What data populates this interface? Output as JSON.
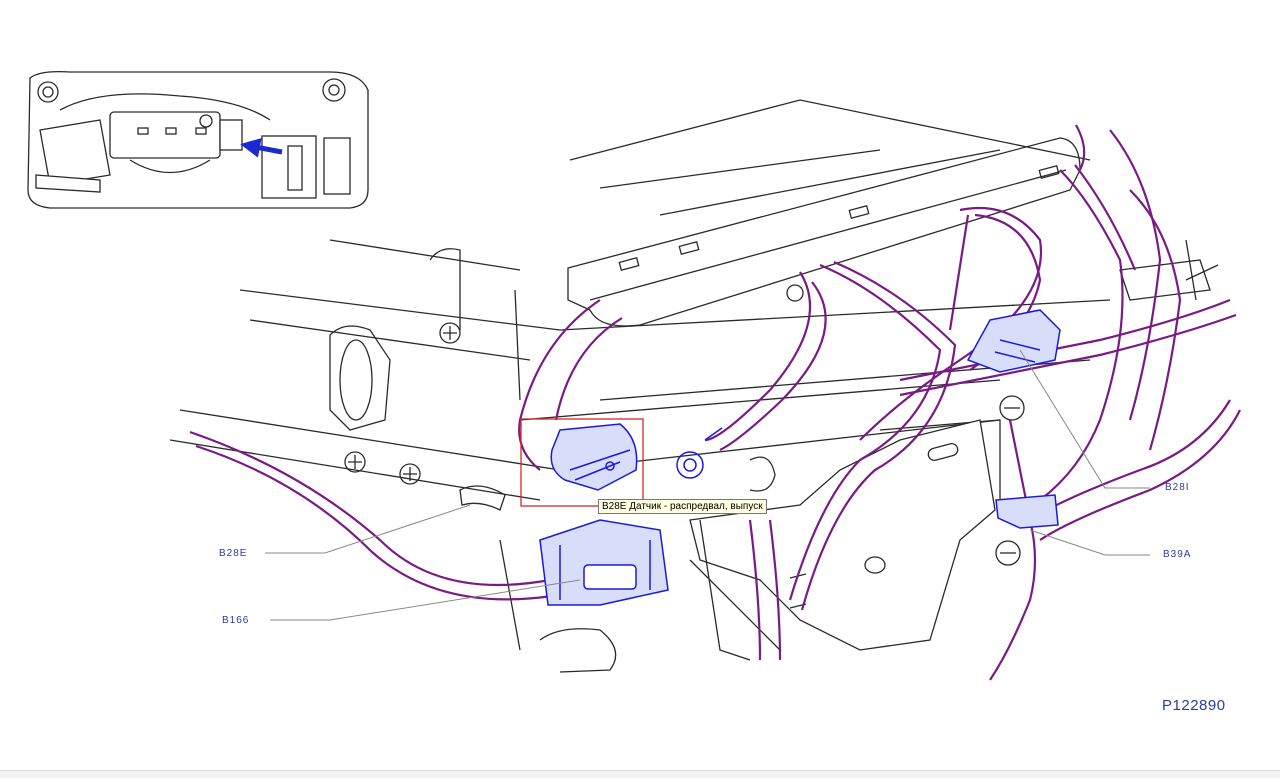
{
  "diagram": {
    "figure_id": "P122890",
    "callouts": {
      "b28e": "B28E",
      "b166": "B166",
      "b28i": "B28I",
      "b39a": "B39A"
    },
    "tooltip": "B28E Датчик - распредвал, выпуск",
    "colors": {
      "line_art": "#2a2a2a",
      "harness": "#7a1a85",
      "connector": "#1a1adf",
      "highlight_box": "#d42a2a",
      "label": "#2d3c9c",
      "arrow": "#1a2ad0"
    },
    "icons": [
      "arrow-icon"
    ]
  }
}
